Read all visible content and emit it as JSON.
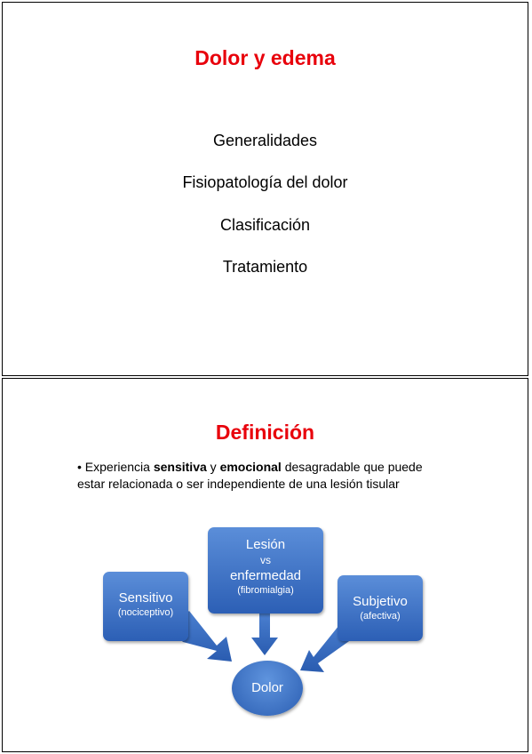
{
  "slide1": {
    "title": "Dolor y edema",
    "topics": [
      "Generalidades",
      "Fisiopatología del dolor",
      "Clasificación",
      "Tratamiento"
    ]
  },
  "slide2": {
    "title": "Definición",
    "bullet": {
      "prefix": "• Experiencia ",
      "bold1": "sensitiva",
      "mid": " y ",
      "bold2": "emocional",
      "suffix": " desagradable que puede",
      "line2": "estar relacionada o ser independiente de una lesión tisular"
    },
    "diagram": {
      "left": {
        "label": "Sensitivo",
        "sub": "(nociceptivo)"
      },
      "center": {
        "line1": "Lesión",
        "line2": "vs",
        "line3": "enfermedad",
        "sub": "(fibromialgia)"
      },
      "right": {
        "label": "Subjetivo",
        "sub": "(afectiva)"
      },
      "target": "Dolor"
    },
    "colors": {
      "box": "#3a6fc4",
      "arrow": "#3466c1"
    }
  },
  "colors": {
    "title": "#e8000b"
  }
}
